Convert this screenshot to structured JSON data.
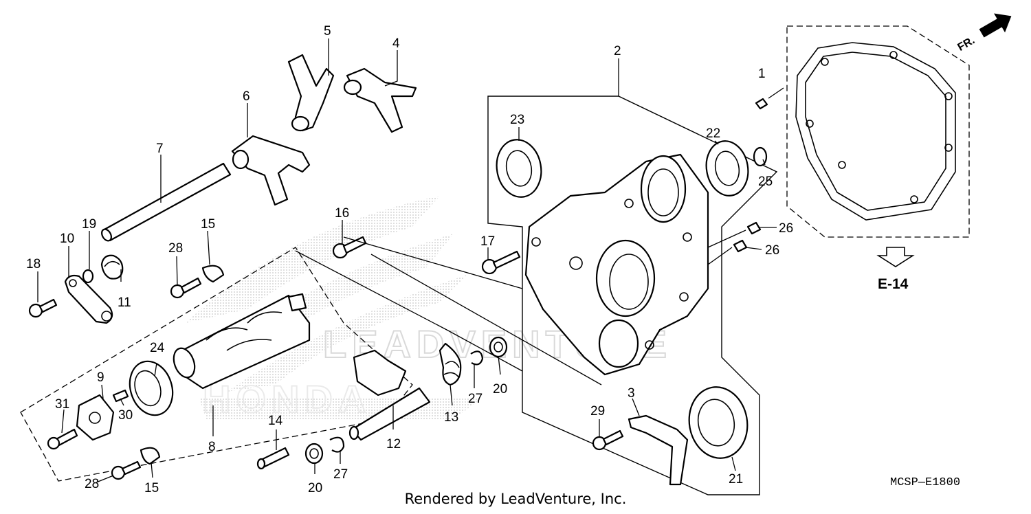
{
  "diagram": {
    "callouts": [
      "1",
      "2",
      "3",
      "4",
      "5",
      "6",
      "7",
      "8",
      "9",
      "10",
      "11",
      "12",
      "13",
      "14",
      "15",
      "15",
      "16",
      "17",
      "18",
      "19",
      "20",
      "20",
      "21",
      "22",
      "23",
      "24",
      "25",
      "26",
      "26",
      "27",
      "27",
      "28",
      "28",
      "29",
      "30",
      "31"
    ],
    "reference_label": "E-14",
    "direction_label": "FR.",
    "drawing_code": "MCSP—E1800",
    "watermark_text": "LEADVENTURE",
    "watermark_brand": "HONDA",
    "credit": "Rendered by LeadVenture, Inc."
  },
  "colors": {
    "line": "#000000",
    "background": "#ffffff",
    "watermark": "#d9d9d9"
  },
  "icons": [
    "front-direction-arrow-icon",
    "reference-down-arrow-icon",
    "honda-wing-watermark"
  ]
}
